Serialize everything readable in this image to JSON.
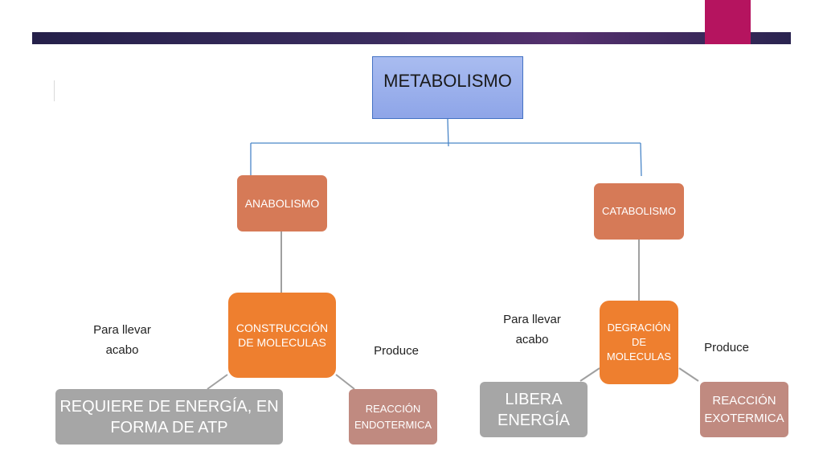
{
  "diagram": {
    "root": "METABOLISMO",
    "branches": [
      {
        "title": "ANABOLISMO",
        "process": [
          "CONSTRUCCIÓN",
          "DE MOLECULAS"
        ],
        "left_label": [
          "Para llevar",
          "acabo"
        ],
        "right_label": "Produce",
        "left_result": [
          "REQUIERE DE ENERGÍA, EN",
          "FORMA DE ATP"
        ],
        "right_result": [
          "REACCIÓN",
          "ENDOTERMICA"
        ]
      },
      {
        "title": "CATABOLISMO",
        "process": [
          "DEGRACIÓN",
          "DE",
          "MOLECULAS"
        ],
        "left_label": [
          "Para llevar",
          "acabo"
        ],
        "right_label": "Produce",
        "left_result": [
          "LIBERA",
          "ENERGÍA"
        ],
        "right_result": [
          "REACCIÓN",
          "EXOTERMICA"
        ]
      }
    ]
  },
  "colors": {
    "root_fill": "#8ea5e8",
    "branch_fill": "#d67a57",
    "process_fill": "#ee7f2f",
    "requirement_fill": "#a6a6a6",
    "result_fill": "#c08a80",
    "connector_blue": "#4a86c8",
    "connector_gray": "#a0a0a0",
    "top_bar": "#2a2450",
    "accent": "#b5145f"
  }
}
